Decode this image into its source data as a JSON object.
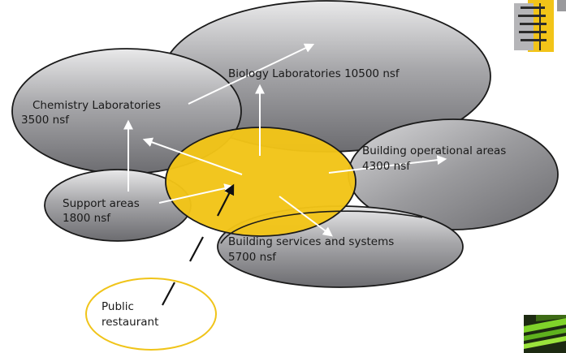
{
  "colors": {
    "hub_fill": "#f2c418",
    "bubble_gray": "#8a8a8d",
    "arrow": "#ffffff",
    "restaurant_outline": "#f0c419",
    "outline": "#1a1a1a"
  },
  "areas": {
    "biology": {
      "name": "Biology Laboratories",
      "size": "10500 nsf"
    },
    "chemistry": {
      "name": "Chemistry Laboratories",
      "size": "3500 nsf"
    },
    "operational": {
      "name": "Building operational areas",
      "size": "4300 nsf"
    },
    "support": {
      "name": "Support areas",
      "size": "1800 nsf"
    },
    "services": {
      "name": "Building services and systems",
      "size": "5700 nsf"
    },
    "restaurant": {
      "line1": "Public",
      "line2": "restaurant"
    }
  },
  "icons": {
    "top_right": "ladder-diagram-thumbnail-icon",
    "bottom_right": "green-model-thumbnail-icon"
  }
}
